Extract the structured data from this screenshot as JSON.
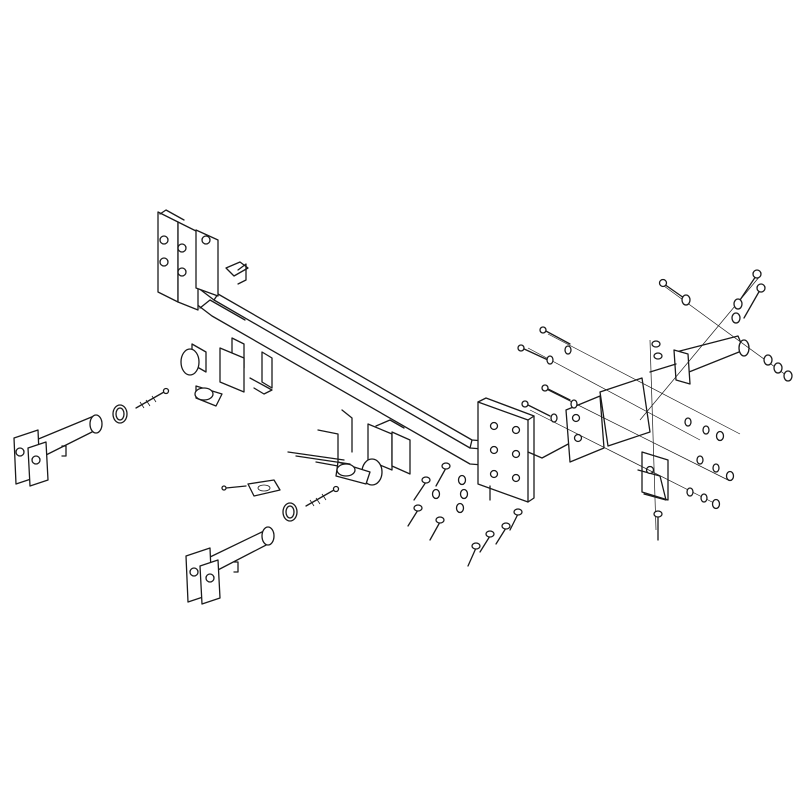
{
  "diagram": {
    "background": "#ffffff",
    "line_color": "#1a1a1a",
    "parts": [
      {
        "name": "main-crossbar"
      },
      {
        "name": "left-mount-bracket"
      },
      {
        "name": "right-mount-plate"
      },
      {
        "name": "right-frame-bracket"
      },
      {
        "name": "left-tow-tab-arm"
      },
      {
        "name": "right-tow-tab-arm"
      },
      {
        "name": "hardware-bolts"
      }
    ]
  }
}
